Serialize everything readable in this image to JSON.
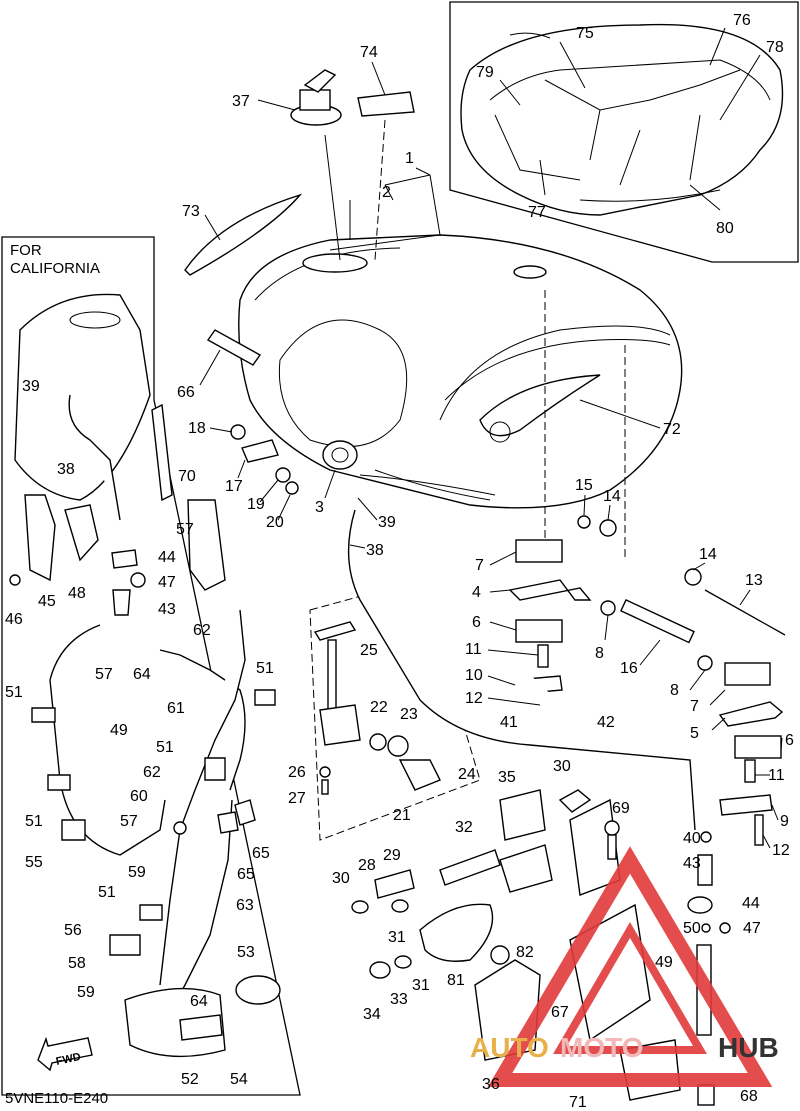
{
  "diagram": {
    "code": "5VNE110-E240",
    "california_note": [
      "FOR",
      "CALIFORNIA"
    ],
    "fwd_label": "FWD",
    "watermark": {
      "prefix": "AUTO",
      "middle": "MOTO",
      "suffix": "HUB",
      "colors": {
        "auto": "#e8b04a",
        "moto": "#f2b8b8",
        "hub": "#333333",
        "triangle": "#e23a3a"
      }
    },
    "callouts": {
      "c1": "1",
      "c2": "2",
      "c3": "3",
      "c4": "4",
      "c5": "5",
      "c6a": "6",
      "c6b": "6",
      "c7a": "7",
      "c7b": "7",
      "c8a": "8",
      "c8b": "8",
      "c9": "9",
      "c10": "10",
      "c11a": "11",
      "c11b": "11",
      "c12a": "12",
      "c12b": "12",
      "c13": "13",
      "c14a": "14",
      "c14b": "14",
      "c15": "15",
      "c16": "16",
      "c17": "17",
      "c18": "18",
      "c19": "19",
      "c20": "20",
      "c21": "21",
      "c22": "22",
      "c23": "23",
      "c24": "24",
      "c25": "25",
      "c26": "26",
      "c27": "27",
      "c28": "28",
      "c29": "29",
      "c30a": "30",
      "c30b": "30",
      "c31a": "31",
      "c31b": "31",
      "c32": "32",
      "c33": "33",
      "c34": "34",
      "c35": "35",
      "c36": "36",
      "c37": "37",
      "c38a": "38",
      "c38b": "38",
      "c39a": "39",
      "c39b": "39",
      "c40": "40",
      "c41": "41",
      "c42": "42",
      "c43a": "43",
      "c43b": "43",
      "c44a": "44",
      "c44b": "44",
      "c45": "45",
      "c46": "46",
      "c47a": "47",
      "c47b": "47",
      "c48": "48",
      "c49a": "49",
      "c49b": "49",
      "c50": "50",
      "c51a": "51",
      "c51b": "51",
      "c51c": "51",
      "c51d": "51",
      "c51e": "51",
      "c52": "52",
      "c53": "53",
      "c54": "54",
      "c55": "55",
      "c56": "56",
      "c57a": "57",
      "c57b": "57",
      "c57c": "57",
      "c58": "58",
      "c59a": "59",
      "c59b": "59",
      "c60": "60",
      "c61": "61",
      "c62a": "62",
      "c62b": "62",
      "c63": "63",
      "c64a": "64",
      "c64b": "64",
      "c65a": "65",
      "c65b": "65",
      "c66": "66",
      "c67": "67",
      "c68": "68",
      "c69": "69",
      "c70": "70",
      "c71": "71",
      "c72": "72",
      "c73": "73",
      "c74": "74",
      "c75": "75",
      "c76": "76",
      "c77": "77",
      "c78": "78",
      "c79": "79",
      "c80": "80",
      "c81": "81",
      "c82": "82"
    }
  }
}
